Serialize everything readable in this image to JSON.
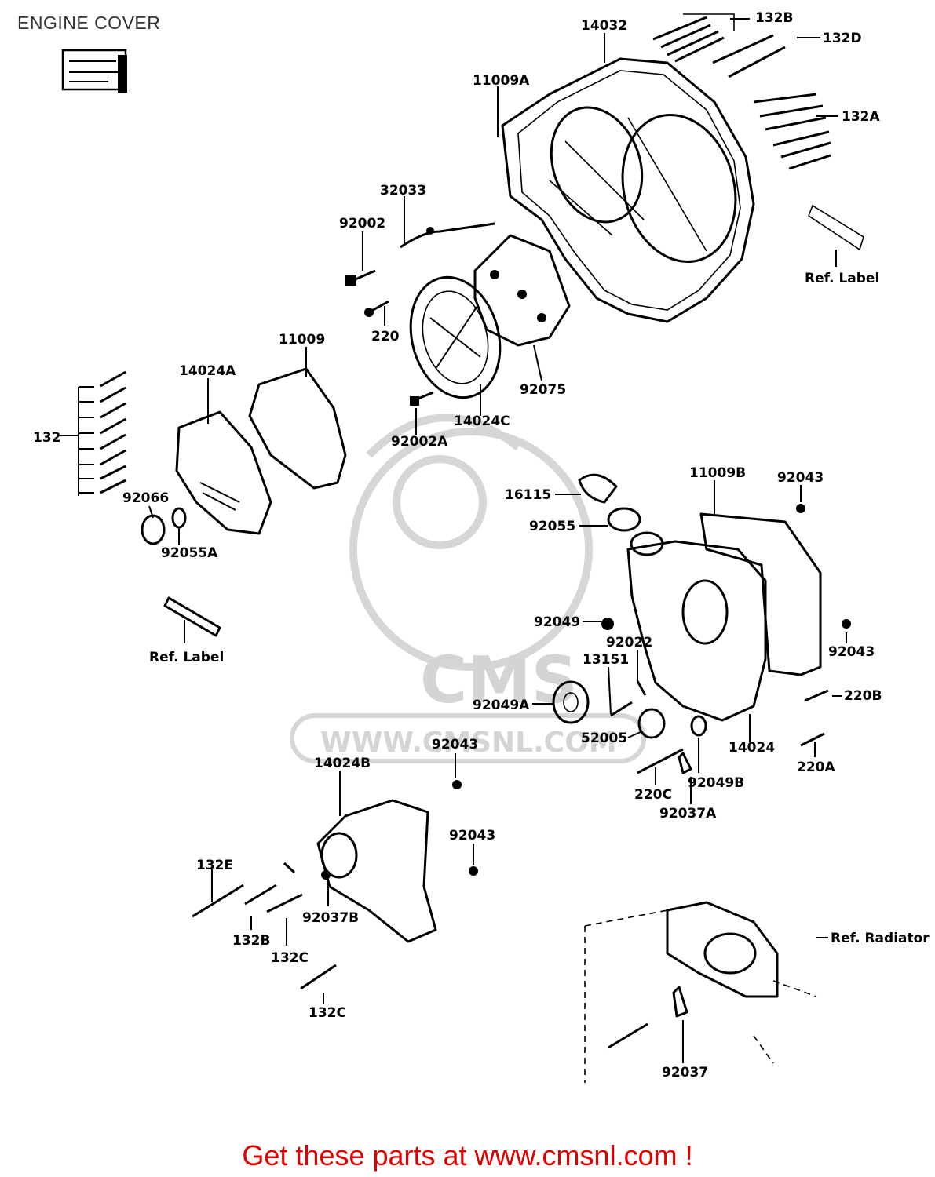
{
  "title": "ENGINE COVER",
  "footer": "Get these parts at www.cmsnl.com !",
  "watermark": {
    "logo_text": "CMS",
    "url_text": "WWW.CMSNL.COM"
  },
  "colors": {
    "footer": "#e00000",
    "ink": "#000000",
    "watermark": "#d4d4d4"
  },
  "labels": {
    "l14032": "14032",
    "l132B_top": "132B",
    "l132D": "132D",
    "l11009A": "11009A",
    "l132A": "132A",
    "l32033": "32033",
    "l92002": "92002",
    "lref_label_top": "Ref. Label",
    "l220": "220",
    "l11009": "11009",
    "l14024A": "14024A",
    "l92075": "92075",
    "l14024C": "14024C",
    "l132": "132",
    "l92002A": "92002A",
    "l92066": "92066",
    "l16115": "16115",
    "l11009B": "11009B",
    "l92043_a": "92043",
    "l92055": "92055",
    "l92055A": "92055A",
    "lref_label_left": "Ref. Label",
    "l92049": "92049",
    "l92022": "92022",
    "l92043_b": "92043",
    "l13151": "13151",
    "l220B": "220B",
    "l92049A": "92049A",
    "l52005": "52005",
    "l14024": "14024",
    "l92043_c": "92043",
    "l14024B": "14024B",
    "l220A": "220A",
    "l220C": "220C",
    "l92049B": "92049B",
    "l92037A": "92037A",
    "l92043_d": "92043",
    "l132E": "132E",
    "l92037B": "92037B",
    "l132B_bottom": "132B",
    "l132C_a": "132C",
    "l132C_b": "132C",
    "lref_radiator": "Ref. Radiator",
    "l92037": "92037"
  }
}
